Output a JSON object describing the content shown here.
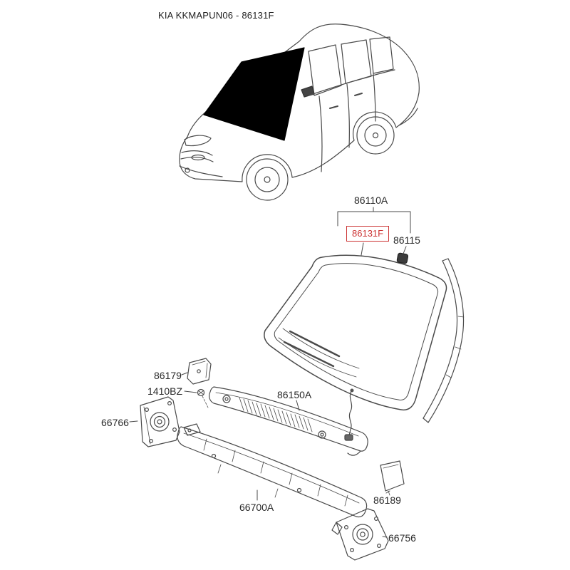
{
  "header": {
    "title": "KIA KKMAPUN06 - 86131F"
  },
  "diagram": {
    "highlighted_part": "86131F",
    "parts": {
      "assembly": {
        "label": "86110A",
        "description": "windshield-glass-assembly"
      },
      "glass": {
        "label": "86131F",
        "description": "windshield-glass",
        "highlighted": true
      },
      "clip": {
        "label": "86115",
        "description": "moulding-clip"
      },
      "cover_bracket": {
        "label": "86179",
        "description": "cowl-cover-bracket"
      },
      "bolt": {
        "label": "1410BZ",
        "description": "bolt"
      },
      "side_bracket_left": {
        "label": "66766",
        "description": "cowl-side-bracket-left"
      },
      "cowl_top_cover": {
        "label": "86150A",
        "description": "cowl-top-cover"
      },
      "cowl_panel": {
        "label": "66700A",
        "description": "cowl-panel-assembly"
      },
      "baffle": {
        "label": "86189",
        "description": "cowl-baffle"
      },
      "side_bracket_right": {
        "label": "66756",
        "description": "cowl-side-bracket-right"
      }
    },
    "colors": {
      "highlight": "#cc3333",
      "line": "#4a4a4a"
    }
  }
}
